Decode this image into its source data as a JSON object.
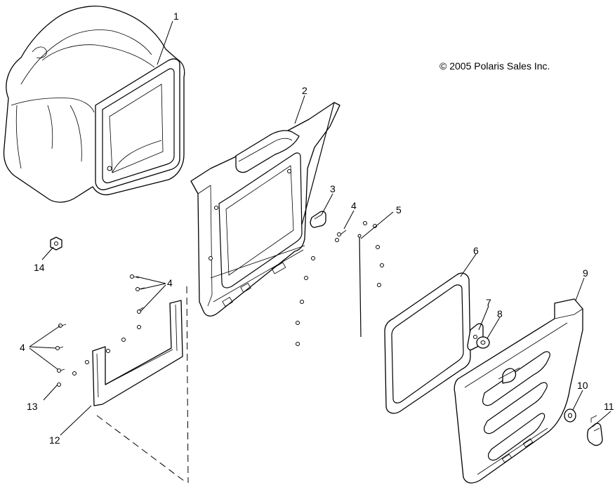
{
  "copyright": "© 2005 Polaris Sales Inc.",
  "callouts": {
    "c1": "1",
    "c2": "2",
    "c3": "3",
    "c4a": "4",
    "c4b": "4",
    "c4c": "4",
    "c5": "5",
    "c6": "6",
    "c7": "7",
    "c8": "8",
    "c9": "9",
    "c10": "10",
    "c11": "11",
    "c12": "12",
    "c13": "13",
    "c14": "14"
  }
}
